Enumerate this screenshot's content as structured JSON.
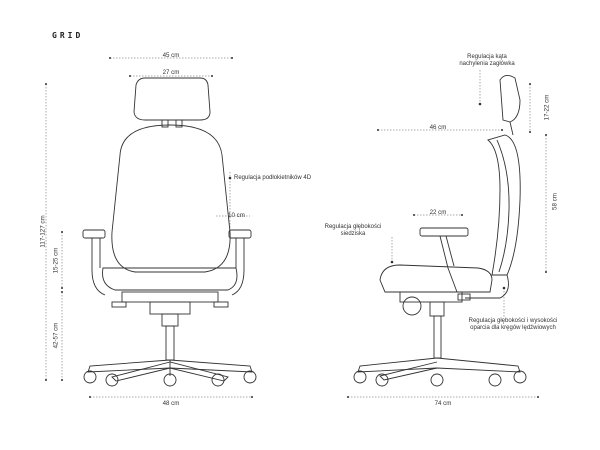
{
  "brand": "GRID",
  "front_view": {
    "dimensions": {
      "headrest_outer_width": "45 cm",
      "headrest_inner_width": "27 cm",
      "armrest_width": "10 cm",
      "base_width": "48 cm",
      "total_height": "117-127 cm",
      "armrest_height": "15-25 cm",
      "seat_height": "42-57 cm"
    },
    "annotation_armrest": "Regulacja podłokietników 4D"
  },
  "side_view": {
    "dimensions": {
      "depth_top": "46 cm",
      "armrest_depth": "22 cm",
      "headrest_height": "17-22 cm",
      "backrest_height": "58 cm",
      "base_depth": "74 cm"
    },
    "annotation_headrest": "Regulacja kąta nachylenia zagłówka",
    "annotation_seat": "Regulacja głębokości siedziska",
    "annotation_lumbar": "Regulacja głębokości i wysokości oparcia dla kręgów lędźwiowych"
  },
  "colors": {
    "line": "#333333",
    "dim": "#555555"
  }
}
